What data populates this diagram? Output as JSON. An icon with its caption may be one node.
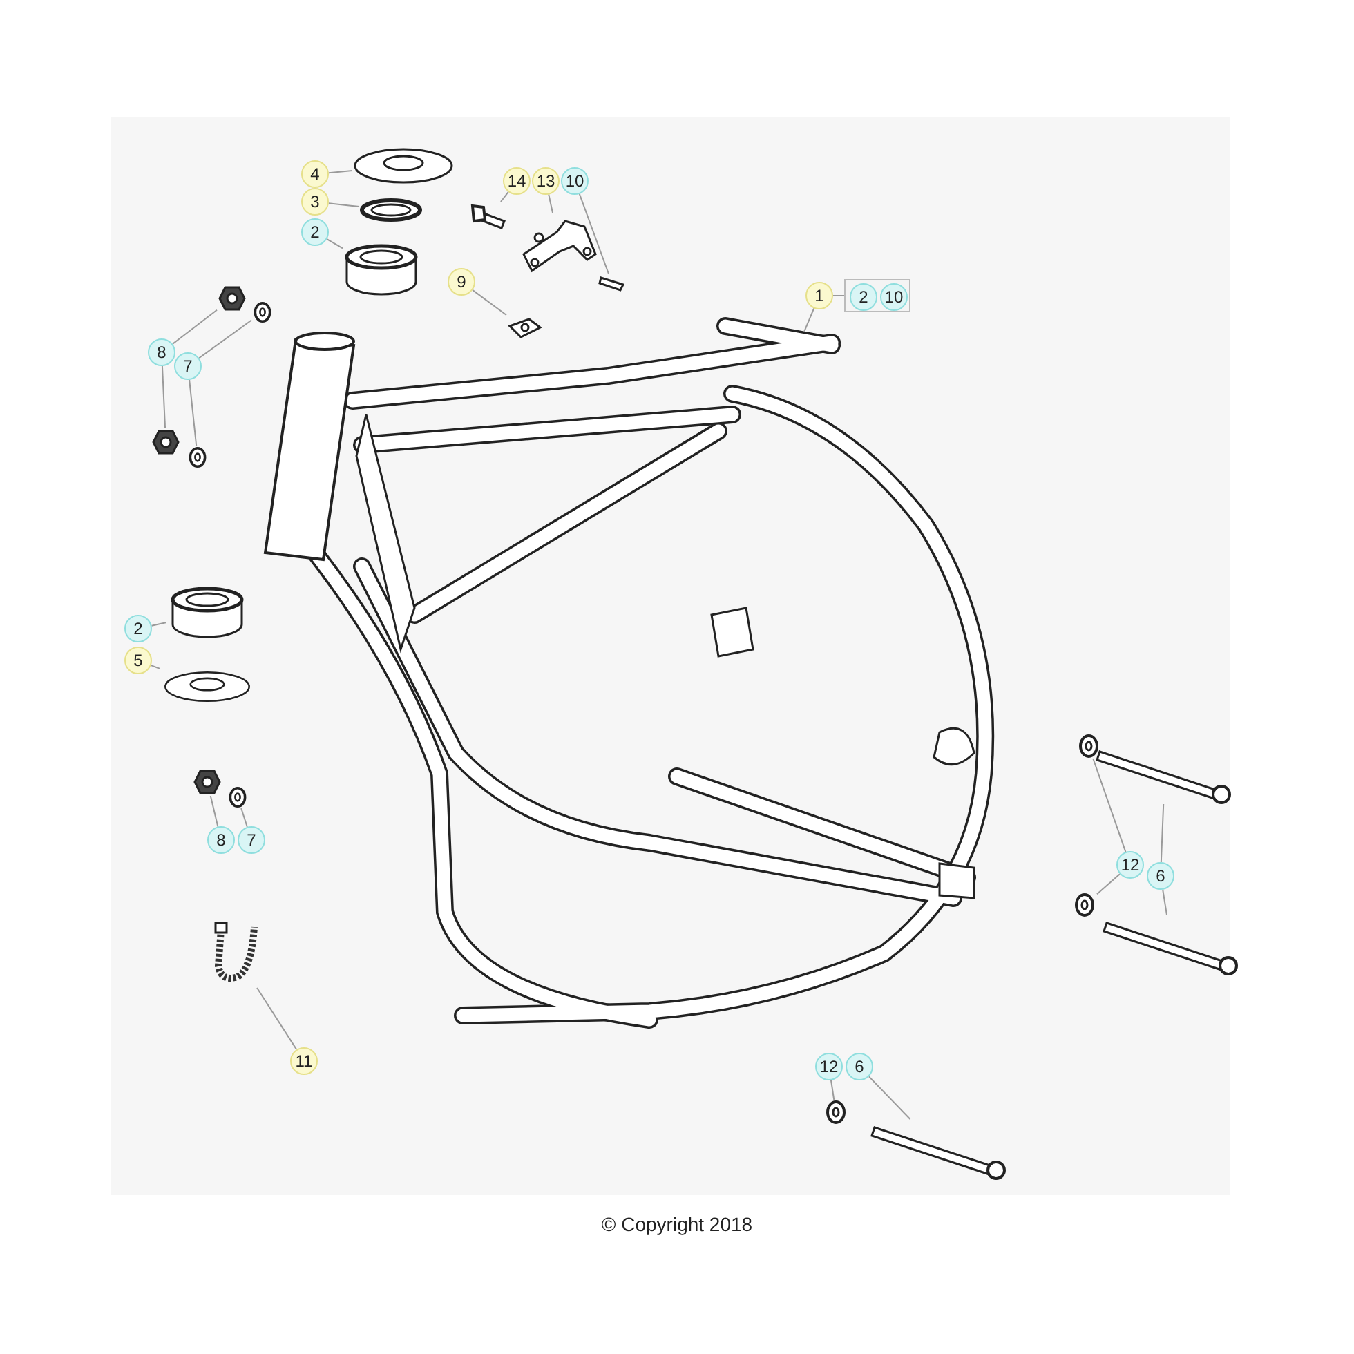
{
  "diagram": {
    "caption": "© Copyright 2018",
    "nodes": [
      {
        "text": [
          "4"
        ]
      },
      {
        "text": [],
        "shape": "picture"
      },
      {
        "text": [
          "3"
        ]
      },
      {
        "text": [],
        "shape": "picture"
      },
      {
        "text": [
          "2"
        ]
      },
      {
        "text": [],
        "shape": "cylinder"
      },
      {
        "text": [
          "14"
        ]
      },
      {
        "text": [],
        "shape": "picture"
      },
      {
        "text": [
          "13"
        ]
      },
      {
        "text": [],
        "shape": "picture"
      },
      {
        "text": [
          "10"
        ]
      },
      {
        "text": [],
        "shape": "picture"
      },
      {
        "text": [
          "9"
        ]
      },
      {
        "text": [],
        "shape": "picture"
      },
      {
        "text": [
          "1"
        ]
      },
      {
        "text": [],
        "shape": "box"
      },
      {
        "text": [
          "2"
        ],
        "in": 15
      },
      {
        "text": [
          "10"
        ],
        "in": 15
      },
      {
        "text": [],
        "shape": "picture"
      },
      {
        "text": [
          "8"
        ]
      },
      {
        "text": [
          "7"
        ]
      },
      {
        "text": [],
        "shape": "picture"
      },
      {
        "text": [],
        "shape": "picture"
      },
      {
        "text": [],
        "shape": "picture"
      },
      {
        "text": [],
        "shape": "picture"
      },
      {
        "text": [
          "2"
        ]
      },
      {
        "text": [],
        "shape": "cylinder"
      },
      {
        "text": [
          "5"
        ]
      },
      {
        "text": [],
        "shape": "picture"
      },
      {
        "text": [
          "8"
        ]
      },
      {
        "text": [
          "7"
        ]
      },
      {
        "text": [],
        "shape": "picture"
      },
      {
        "text": [],
        "shape": "picture"
      },
      {
        "text": [],
        "shape": "picture"
      },
      {
        "text": [],
        "shape": "bar"
      },
      {
        "text": [
          "12"
        ]
      },
      {
        "text": [
          "6"
        ]
      },
      {
        "text": [],
        "shape": "picture"
      },
      {
        "text": [],
        "shape": "bar"
      },
      {
        "text": [],
        "shape": "picture"
      },
      {
        "text": [
          "11"
        ]
      },
      {
        "text": [
          "12"
        ]
      },
      {
        "text": [
          "6"
        ]
      },
      {
        "text": [],
        "shape": "picture"
      },
      {
        "text": [],
        "shape": "bar"
      }
    ],
    "edges": [
      {
        "from": 0,
        "to": 1,
        "arrow": "none"
      },
      {
        "from": 2,
        "to": 3,
        "arrow": "none"
      },
      {
        "from": 4,
        "to": 5,
        "arrow": "none"
      },
      {
        "from": 6,
        "to": 7,
        "arrow": "none"
      },
      {
        "from": 8,
        "to": 9,
        "arrow": "none"
      },
      {
        "from": 10,
        "to": 11,
        "arrow": "none"
      },
      {
        "from": 12,
        "to": 13,
        "arrow": "none"
      },
      {
        "from": 14,
        "to": 18,
        "arrow": "none"
      },
      {
        "from": 14,
        "to": 15,
        "arrow": "none"
      },
      {
        "from": 19,
        "to": 21,
        "arrow": "none"
      },
      {
        "from": 19,
        "to": 23,
        "arrow": "none"
      },
      {
        "from": 20,
        "to": 22,
        "arrow": "none"
      },
      {
        "from": 20,
        "to": 24,
        "arrow": "none"
      },
      {
        "from": 25,
        "to": 26,
        "arrow": "none"
      },
      {
        "from": 27,
        "to": 28,
        "arrow": "none"
      },
      {
        "from": 29,
        "to": 31,
        "arrow": "none"
      },
      {
        "from": 30,
        "to": 32,
        "arrow": "none"
      },
      {
        "from": 35,
        "to": 33,
        "arrow": "none"
      },
      {
        "from": 35,
        "to": 37,
        "arrow": "none"
      },
      {
        "from": 36,
        "to": 34,
        "arrow": "none"
      },
      {
        "from": 36,
        "to": 38,
        "arrow": "none"
      },
      {
        "from": 40,
        "to": 39,
        "arrow": "none"
      },
      {
        "from": 41,
        "to": 43,
        "arrow": "none"
      },
      {
        "from": 42,
        "to": 44,
        "arrow": "none"
      }
    ]
  }
}
